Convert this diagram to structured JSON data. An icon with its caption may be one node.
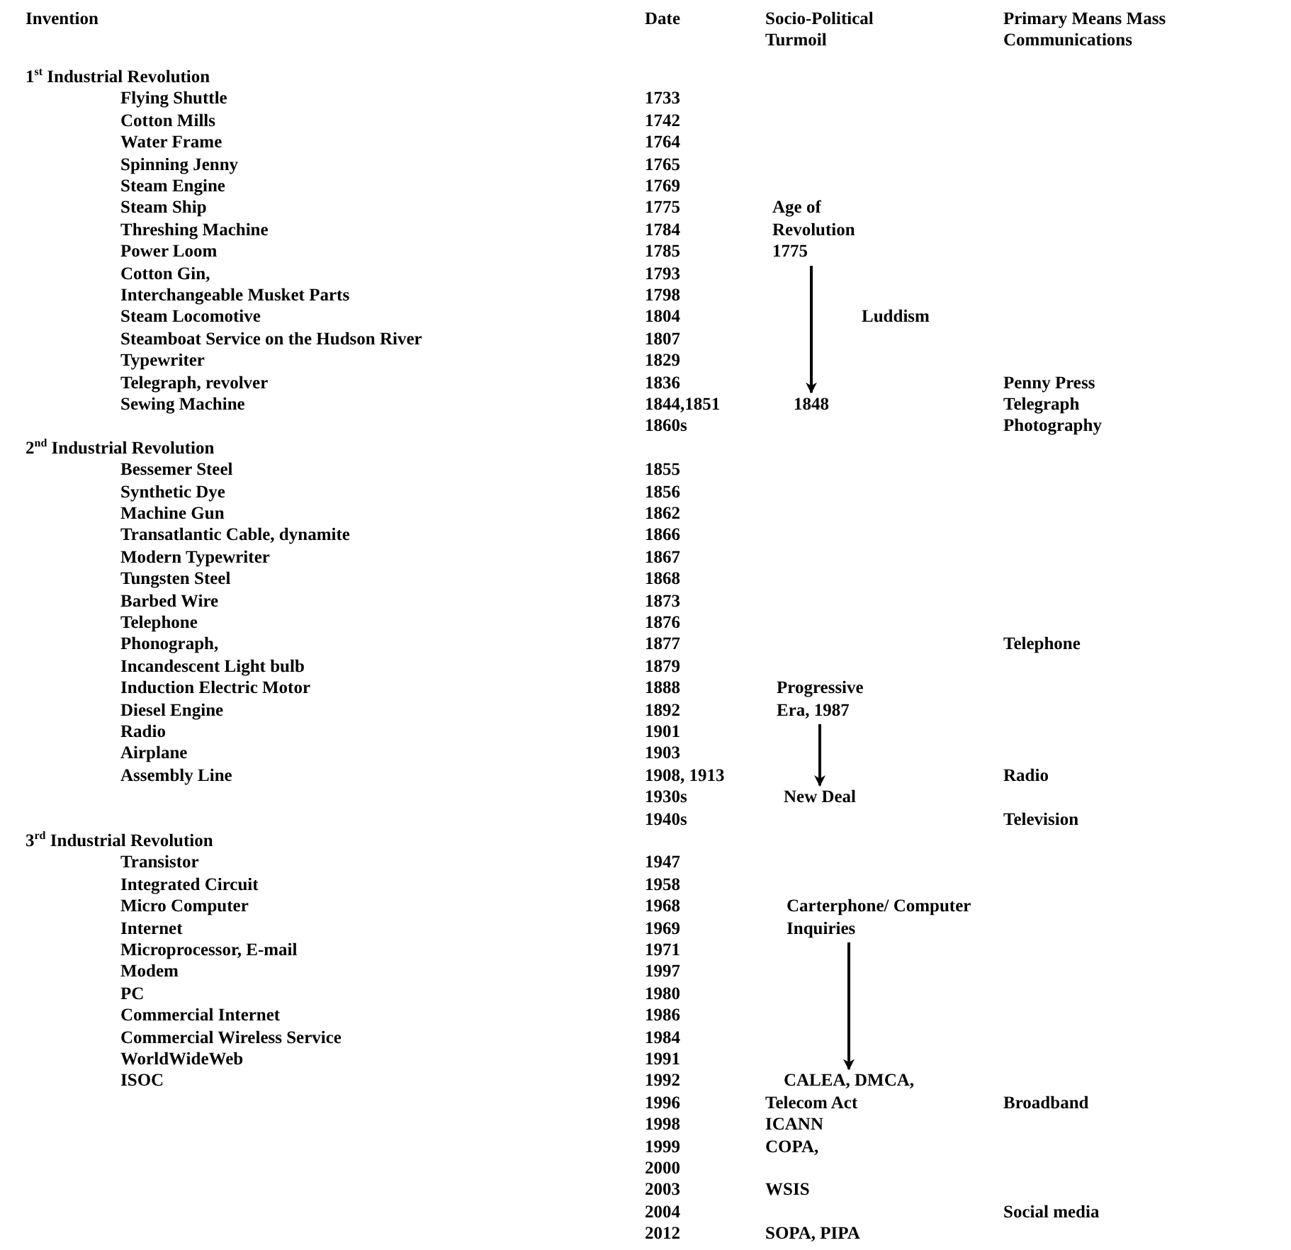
{
  "diagram": {
    "nodes": [
      {
        "text": [
          "Age of Revolution 1775"
        ]
      },
      {
        "text": [
          "1848"
        ]
      },
      {
        "text": [
          "Progressive Era, 1987"
        ]
      },
      {
        "text": [
          "New Deal"
        ]
      },
      {
        "text": [
          "Carterphone/ Computer Inquiries"
        ]
      },
      {
        "text": [
          "CALEA, DMCA,"
        ]
      }
    ],
    "edges": [
      {
        "from": 0,
        "to": 1,
        "arrow": "to"
      },
      {
        "from": 2,
        "to": 3,
        "arrow": "to"
      },
      {
        "from": 4,
        "to": 5,
        "arrow": "to"
      }
    ],
    "labels": [
      "Invention",
      "Date",
      "Socio-Political Turmoil",
      "Primary Means Mass Communications",
      "1$^{st}$ Industrial Revolution",
      "Flying Shuttle",
      "1733",
      "Cotton Mills",
      "1742",
      "Water Frame",
      "1764",
      "Spinning Jenny",
      "1765",
      "Steam Engine",
      "1769",
      "Steam Ship",
      "1775",
      "Threshing Machine",
      "1784",
      "Power Loom",
      "1785",
      "Cotton Gin,",
      "1793",
      "Interchangeable Musket Parts",
      "1798",
      "Steam Locomotive",
      "1804",
      "Luddism",
      "Steamboat Service on the Hudson River",
      "1807",
      "Typewriter",
      "1829",
      "Telegraph, revolver",
      "1836",
      "Penny Press",
      "Sewing Machine",
      "1844,1851",
      "Telegraph",
      "1860s",
      "Photography",
      "2$^{nd}$ Industrial Revolution",
      "Bessemer Steel",
      "1855",
      "Synthetic Dye",
      "1856",
      "Machine Gun",
      "1862",
      "Transatlantic Cable, dynamite",
      "1866",
      "Modern Typewriter",
      "1867",
      "Tungsten Steel",
      "1868",
      "Barbed Wire",
      "1873",
      "Telephone",
      "1876",
      "Phonograph,",
      "1877",
      "Telephone",
      "Incandescent Light bulb",
      "1879",
      "Induction Electric Motor",
      "1888",
      "Diesel Engine",
      "1892",
      "Radio",
      "1901",
      "Airplane",
      "1903",
      "Assembly Line",
      "1908, 1913",
      "Radio",
      "1930s",
      "1940s",
      "Television",
      "3$^{rd}$ Industrial Revolution",
      "Transistor",
      "1947",
      "Integrated Circuit",
      "1958",
      "Micro Computer",
      "1968",
      "Internet",
      "1969",
      "Microprocessor, E-mail",
      "1971",
      "Modem",
      "1997",
      "PC",
      "1980",
      "Commercial Internet",
      "1986",
      "Commercial Wireless Service",
      "1984",
      "WorldWideWeb",
      "1991",
      "ISOC",
      "1992",
      "1996",
      "Telecom Act",
      "Broadband",
      "1998",
      "ICANN",
      "1999",
      "COPA,",
      "2000",
      "2003",
      "WSIS",
      "2004",
      "Social media",
      "2012",
      "SOPA, PIPA"
    ]
  }
}
